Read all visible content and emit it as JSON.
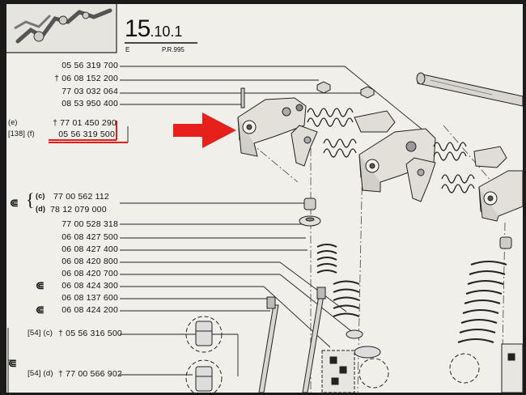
{
  "header": {
    "page_number_main": "15",
    "page_number_sub": ".10.1",
    "page_code_left": "E",
    "page_code_right": "P.R.995"
  },
  "parts": [
    {
      "id": "p1",
      "label": "05 56 319 700"
    },
    {
      "id": "p2",
      "label": "† 06 08 152 200"
    },
    {
      "id": "p3",
      "label": "77 03 032 064"
    },
    {
      "id": "p4",
      "label": "08 53 950 400"
    },
    {
      "id": "p5",
      "prefix": "(e)",
      "label": "† 77 01 450 290"
    },
    {
      "id": "p6",
      "prefix": "[138] (f)",
      "label": "05 56 319 500",
      "highlighted": true
    },
    {
      "id": "p7",
      "prefix": "(c)",
      "label": "77 00 562 112"
    },
    {
      "id": "p8",
      "prefix": "(d)",
      "label": "78 12 079 000"
    },
    {
      "id": "p9",
      "label": "77 00 528 318"
    },
    {
      "id": "p10",
      "label": "06 08 427 500"
    },
    {
      "id": "p11",
      "label": "06 08 427 400"
    },
    {
      "id": "p12",
      "label": "06 08 420 800"
    },
    {
      "id": "p13",
      "label": "06 08 420 700"
    },
    {
      "id": "p14",
      "label": "06 08 424 300"
    },
    {
      "id": "p15",
      "label": "06 08 137 600"
    },
    {
      "id": "p16",
      "label": "06 08 424 200"
    },
    {
      "id": "p17",
      "prefix": "[54] (c)",
      "label": "† 05 56 316 500"
    },
    {
      "id": "p18",
      "prefix": "[54] (d)",
      "label": "† 77 00 566 902"
    }
  ],
  "markers": {
    "highlight_color": "#e21b1b",
    "arrow_color": "#e8201c",
    "arrow_icon": "red-arrow-icon"
  }
}
